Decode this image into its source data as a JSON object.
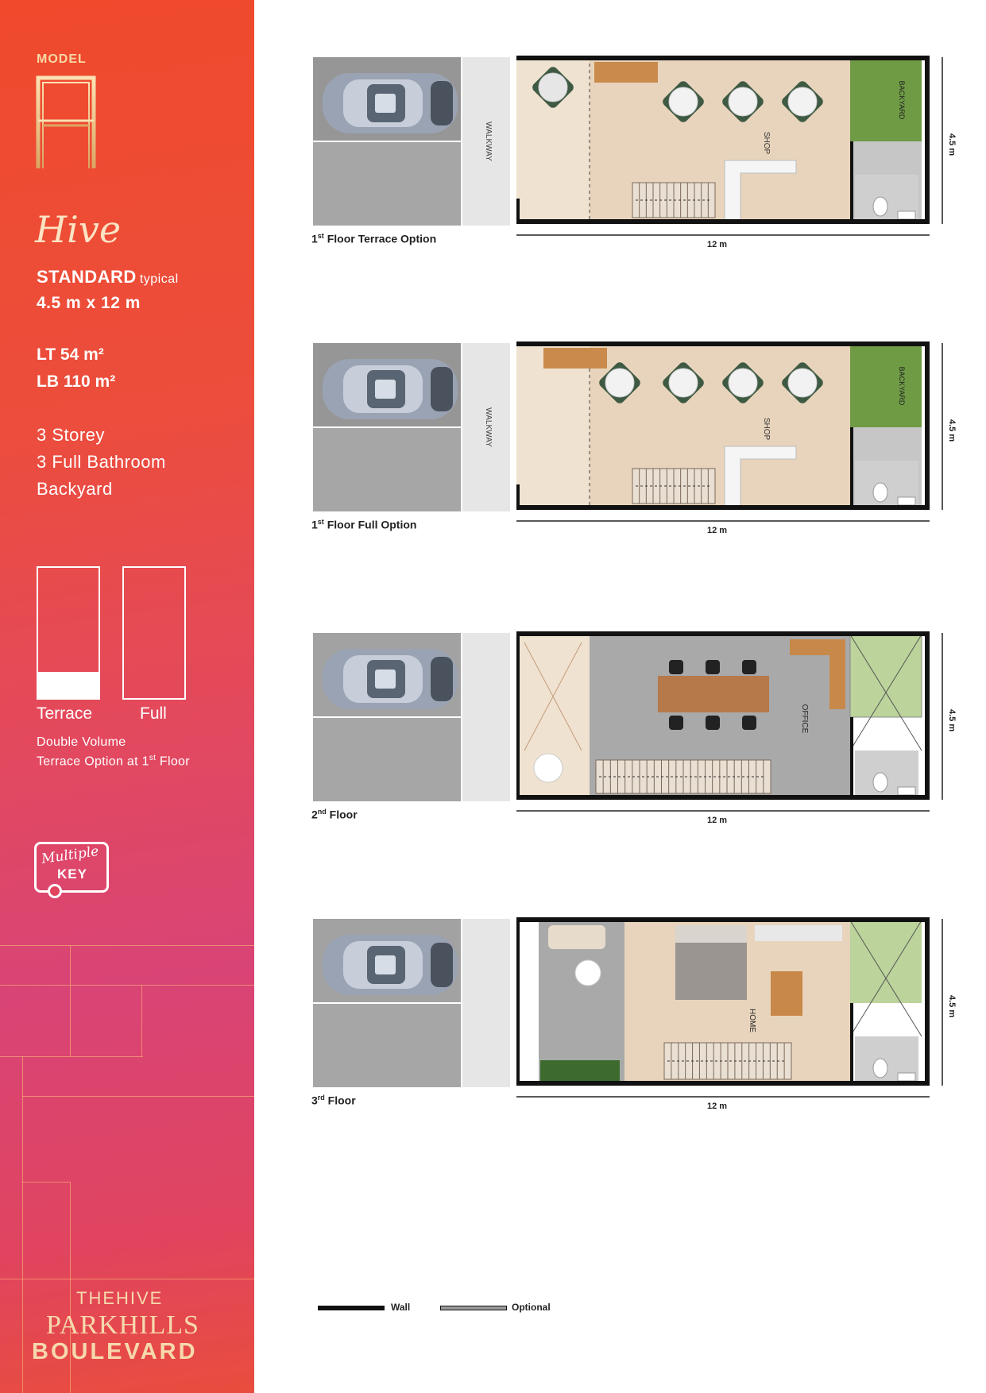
{
  "sidebar": {
    "model_label": "MODEL",
    "model_letter": "A",
    "hive_script": "Hive",
    "standard": "STANDARD",
    "standard_suffix": "typical",
    "dimensions": "4.5 m x 12 m",
    "lt": "LT 54 m²",
    "lb": "LB 110 m²",
    "features": [
      "3 Storey",
      "3 Full Bathroom",
      "Backyard"
    ],
    "options": [
      {
        "label": "Terrace",
        "fill_fraction": 0.2
      },
      {
        "label": "Full",
        "fill_fraction": 0.0
      }
    ],
    "double_volume": "Double Volume",
    "terrace_note_pre": "Terrace Option at 1",
    "terrace_note_sup": "st",
    "terrace_note_post": " Floor",
    "key_badge_script": "Multiple",
    "key_badge_word": "KEY",
    "brand_line1": "THEHIVE",
    "brand_line2": "PARKHILLS",
    "brand_line3": "BOULEVARD"
  },
  "plans": [
    {
      "num": "1",
      "sup": "st",
      "caption": " Floor Terrace Option",
      "width_label": "12 m",
      "depth_label": "4.5 m",
      "room_label": "SHOP",
      "walkway_label": "WALKWAY",
      "back_label": "BACKYARD",
      "type": "shop"
    },
    {
      "num": "1",
      "sup": "st",
      "caption": " Floor Full Option",
      "width_label": "12 m",
      "depth_label": "4.5 m",
      "room_label": "SHOP",
      "walkway_label": "WALKWAY",
      "back_label": "BACKYARD",
      "type": "shop"
    },
    {
      "num": "2",
      "sup": "nd",
      "caption": " Floor",
      "width_label": "12 m",
      "depth_label": "4.5 m",
      "room_label": "OFFICE",
      "type": "office"
    },
    {
      "num": "3",
      "sup": "rd",
      "caption": " Floor",
      "width_label": "12 m",
      "depth_label": "4.5 m",
      "room_label": "HOME",
      "type": "home"
    }
  ],
  "legend": {
    "wall": "Wall",
    "optional": "Optional",
    "wall_color": "#111111",
    "optional_color": "#9a9a9a"
  },
  "colors": {
    "wood_floor": "#e8d4bc",
    "tile_floor": "#a9a9a9",
    "grass": "#6f9b45",
    "parking": "#a6a6a6",
    "wall": "#111111"
  }
}
